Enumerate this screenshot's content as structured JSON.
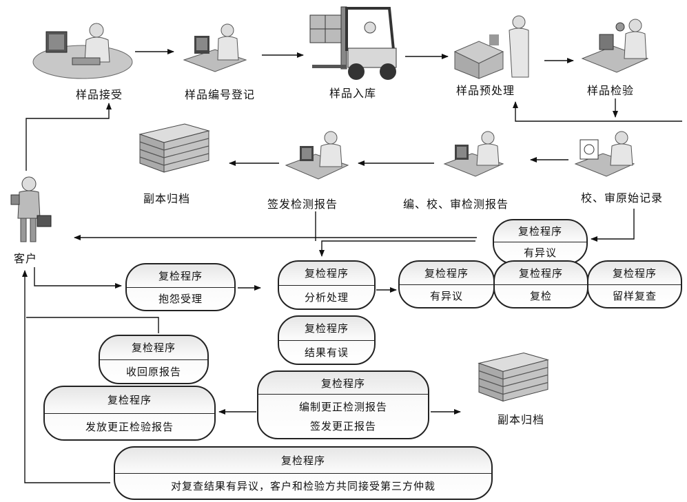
{
  "stations": {
    "receive": "样品接受",
    "numbering": "样品编号登记",
    "storage": "样品入库",
    "pretreat": "样品预处理",
    "inspect": "样品检验",
    "check_raw": "校、审原始记录",
    "compile": "编、校、审检测报告",
    "issue": "签发检测报告",
    "archive1": "副本归档",
    "customer": "客户",
    "archive2": "副本归档"
  },
  "procedures": {
    "heading": "复检程序",
    "objection_top": "有异议",
    "complaint": "抱怨受理",
    "analyze": "分析处理",
    "objection": "有异议",
    "recheck": "复检",
    "retain": "留样复查",
    "result_error": "结果有误",
    "recall": "收回原报告",
    "release_corrected": "发放更正检验报告",
    "compile_corrected": "编制更正检测报告",
    "issue_corrected": "签发更正报告",
    "arbitration": "对复查结果有异议，客户和检验方共同接受第三方仲裁"
  }
}
